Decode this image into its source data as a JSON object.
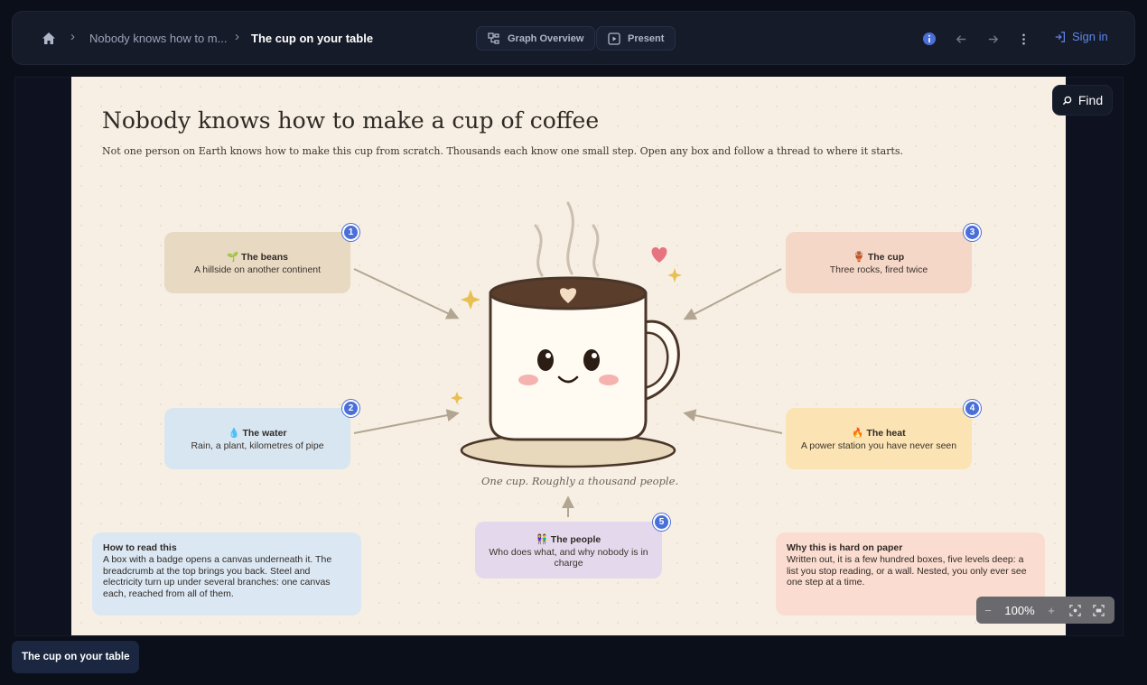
{
  "breadcrumb": {
    "parent": "Nobody knows how to m...",
    "current": "The cup on your table"
  },
  "toolbar": {
    "graph_overview": "Graph Overview",
    "present": "Present",
    "sign_in": "Sign in"
  },
  "canvas": {
    "title": "Nobody knows how to make a cup of coffee",
    "subtitle": "Not one person on Earth knows how to make this cup from scratch. Thousands each know one small step. Open any box and follow a thread to where it starts.",
    "caption": "One cup. Roughly a thousand people.",
    "nodes": [
      {
        "badge": "1",
        "emoji": "🌱",
        "title": "The beans",
        "text": "A hillside on another continent",
        "color": "#e8d9c3"
      },
      {
        "badge": "3",
        "emoji": "🏺",
        "title": "The cup",
        "text": "Three rocks, fired twice",
        "color": "#f5d7c8"
      },
      {
        "badge": "2",
        "emoji": "💧",
        "title": "The water",
        "text": "Rain, a plant, kilometres of pipe",
        "color": "#d8e6f1"
      },
      {
        "badge": "4",
        "emoji": "🔥",
        "title": "The heat",
        "text": "A power station you have never seen",
        "color": "#fbe3b3"
      },
      {
        "badge": "5",
        "emoji": "👫",
        "title": "The people",
        "text": "Who does what, and why nobody is in charge",
        "color": "#e4d9ec"
      }
    ],
    "read_card": {
      "title": "How to read this",
      "text": "A box with a badge opens a canvas underneath it. The breadcrumb at the top brings you back. Steel and electricity turn up under several branches: one canvas each, reached from all of them."
    },
    "hard_card": {
      "title": "Why this is hard on paper",
      "text": "Written out, it is a few hundred boxes, five levels deep: a list you stop reading, or a wall. Nested, you only ever see one step at a time."
    }
  },
  "find": {
    "label": "Find",
    "icon": "search-icon"
  },
  "zoom": {
    "minus": "−",
    "value": "100%",
    "plus": "+"
  },
  "page_chip": "The cup on your table",
  "colors": {
    "accent": "#4b6fd8",
    "canvas_bg": "#f7efe3",
    "app_bg": "#0b0f1a"
  }
}
